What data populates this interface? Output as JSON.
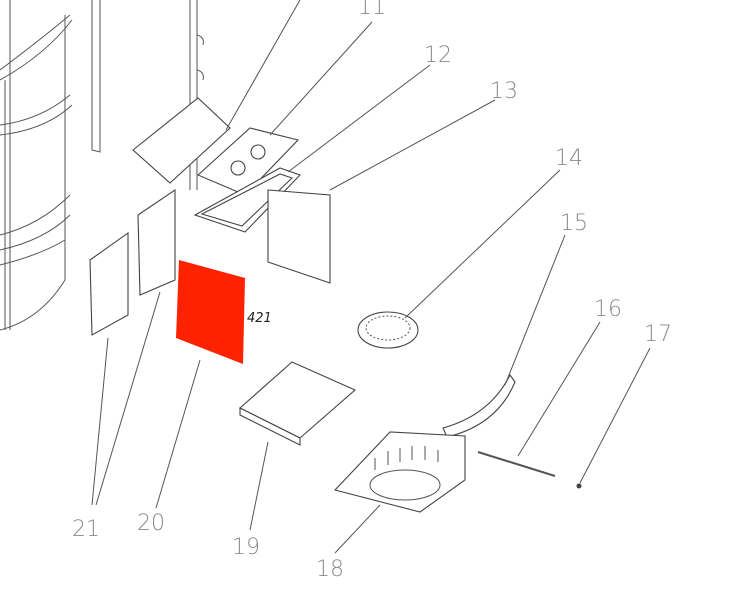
{
  "title": "Exploded parts diagram",
  "highlight_color": "#ff2200",
  "annotation": "421",
  "labels": {
    "p11": "11",
    "p12": "12",
    "p13": "13",
    "p14": "14",
    "p15": "15",
    "p16": "16",
    "p17": "17",
    "p18": "18",
    "p19": "19",
    "p20": "20",
    "p21": "21"
  }
}
